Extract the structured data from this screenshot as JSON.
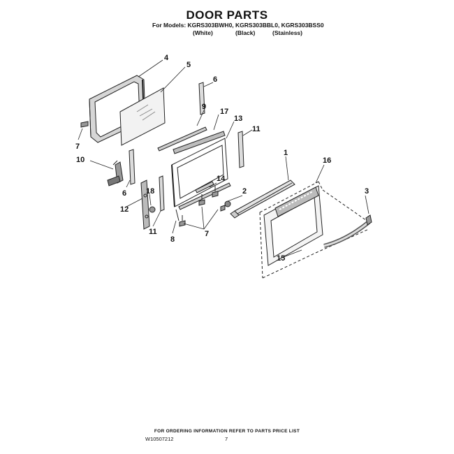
{
  "header": {
    "title": "DOOR PARTS",
    "models_line": "For Models: KGRS303BWH0, KGRS303BBL0, KGRS303BSS0",
    "variants": [
      "(White)",
      "(Black)",
      "(Stainless)"
    ]
  },
  "callouts": {
    "c1": "1",
    "c2": "2",
    "c3": "3",
    "c4": "4",
    "c5": "5",
    "c6a": "6",
    "c6b": "6",
    "c7a": "7",
    "c7b": "7",
    "c8": "8",
    "c9": "9",
    "c10": "10",
    "c11a": "11",
    "c11b": "11",
    "c12": "12",
    "c13": "13",
    "c14": "14",
    "c15": "15",
    "c16": "16",
    "c17": "17",
    "c18": "18"
  },
  "footer": {
    "ordering_note": "FOR ORDERING INFORMATION REFER TO PARTS PRICE LIST",
    "doc_code": "W10507212",
    "page_number": "7"
  }
}
